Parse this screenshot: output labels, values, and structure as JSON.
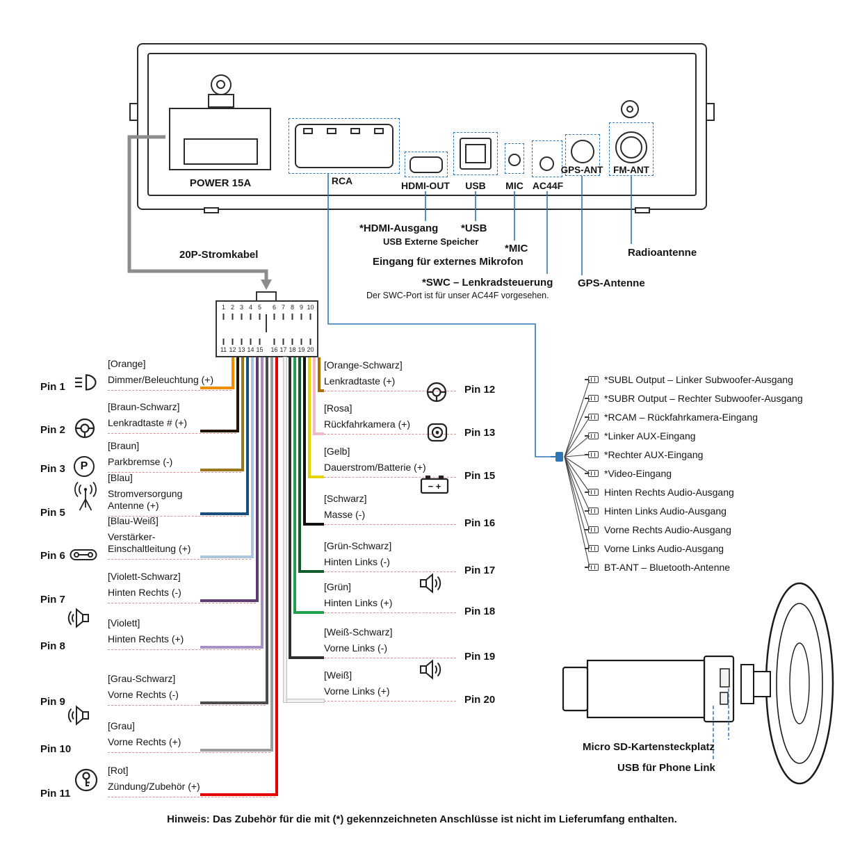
{
  "rear_panel": {
    "power": "POWER 15A",
    "rca": "RCA",
    "hdmi": "HDMI-OUT",
    "usb": "USB",
    "mic": "MIC",
    "ac44f": "AC44F",
    "gps_ant": "GPS-ANT",
    "fm_ant": "FM-ANT"
  },
  "callouts": {
    "hdmi_line1": "*HDMI-Ausgang",
    "hdmi_line2": "USB Externe Speicher",
    "usb": "*USB",
    "mic_line1": "*MIC",
    "mic_line2": "Eingang für externes Mikrofon",
    "swc_line1": "*SWC – Lenkradsteuerung",
    "swc_line2": "Der SWC-Port ist für unser AC44F vorgesehen.",
    "gps": "GPS-Antenne",
    "radio": "Radioantenne",
    "harness": "20P-Stromkabel"
  },
  "connector_pins": {
    "top": [
      "1",
      "2",
      "3",
      "4",
      "5",
      "6",
      "7",
      "8",
      "9",
      "10"
    ],
    "bottom": [
      "11",
      "12",
      "13",
      "14",
      "15",
      "16",
      "17",
      "18",
      "19",
      "20"
    ]
  },
  "left_pins": [
    {
      "pin": "Pin 1",
      "color": "[Orange]",
      "label": "Dimmer/Beleuchtung (+)",
      "icon": "headlight-icon",
      "wire_color": "#ee8f00"
    },
    {
      "pin": "Pin 2",
      "color": "[Braun-Schwarz]",
      "label": "Lenkradtaste # (+)",
      "icon": "steering-wheel-icon",
      "wire_color": "#241503"
    },
    {
      "pin": "Pin 3",
      "color": "[Braun]",
      "label": "Parkbremse (-)",
      "icon": "park-brake-icon",
      "wire_color": "#9a761c"
    },
    {
      "pin": "Pin 5",
      "color": "[Blau]",
      "label": "Stromversorgung Antenne (+)",
      "icon": "antenna-icon",
      "wire_color": "#1c4e7d"
    },
    {
      "pin": "Pin 6",
      "color": "[Blau-Weiß]",
      "label": "Verstärker-Einschaltleitung (+)",
      "icon": "amplifier-icon",
      "wire_color": "#aac6de"
    },
    {
      "pin": "Pin 7",
      "color": "[Violett-Schwarz]",
      "label": "Hinten Rechts (-)",
      "icon": "speaker-icon",
      "wire_color": "#5e3d75"
    },
    {
      "pin": "Pin 8",
      "color": "[Violett]",
      "label": "Hinten Rechts (+)",
      "icon": "",
      "wire_color": "#a98fc5"
    },
    {
      "pin": "Pin 9",
      "color": "[Grau-Schwarz]",
      "label": "Vorne Rechts (-)",
      "icon": "speaker-icon",
      "wire_color": "#4c4c4c"
    },
    {
      "pin": "Pin 10",
      "color": "[Grau]",
      "label": "Vorne Rechts (+)",
      "icon": "",
      "wire_color": "#9c9c9c"
    },
    {
      "pin": "Pin 11",
      "color": "[Rot]",
      "label": "Zündung/Zubehör (+)",
      "icon": "ignition-key-icon",
      "wire_color": "#e60000"
    }
  ],
  "mid_pins": [
    {
      "pin": "Pin 12",
      "color": "[Orange-Schwarz]",
      "label": "Lenkradtaste (+)",
      "icon": "steering-wheel-icon",
      "wire_color": "#b06c00"
    },
    {
      "pin": "Pin 13",
      "color": "[Rosa]",
      "label": "Rückfahrkamera (+)",
      "icon": "camera-icon",
      "wire_color": "#f2b8ca"
    },
    {
      "pin": "Pin 15",
      "color": "[Gelb]",
      "label": "Dauerstrom/Batterie (+)",
      "icon": "battery-icon",
      "wire_color": "#e6d400"
    },
    {
      "pin": "Pin 16",
      "color": "[Schwarz]",
      "label": "Masse (-)",
      "icon": "",
      "wire_color": "#101010"
    },
    {
      "pin": "Pin 17",
      "color": "[Grün-Schwarz]",
      "label": "Hinten Links (-)",
      "icon": "",
      "wire_color": "#135c2d"
    },
    {
      "pin": "Pin 18",
      "color": "[Grün]",
      "label": "Hinten Links (+)",
      "icon": "speaker-icon",
      "wire_color": "#1fa04d"
    },
    {
      "pin": "Pin 19",
      "color": "[Weiß-Schwarz]",
      "label": "Vorne Links (-)",
      "icon": "",
      "wire_color": "#2f2f2f"
    },
    {
      "pin": "Pin 20",
      "color": "[Weiß]",
      "label": "Vorne Links (+)",
      "icon": "speaker-icon",
      "wire_color": "#efefef"
    }
  ],
  "rca_outputs": [
    "*SUBL Output – Linker Subwoofer-Ausgang",
    "*SUBR Output – Rechter Subwoofer-Ausgang",
    "*RCAM – Rückfahrkamera-Eingang",
    "*Linker AUX-Eingang",
    "*Rechter AUX-Eingang",
    "*Video-Eingang",
    "Hinten Rechts Audio-Ausgang",
    "Hinten Links Audio-Ausgang",
    "Vorne Rechts Audio-Ausgang",
    "Vorne Links Audio-Ausgang",
    "BT-ANT – Bluetooth-Antenne"
  ],
  "icons": {
    "park_letter": "P",
    "battery_terminals": "−  +"
  },
  "bottom_device": {
    "sd_label": "Micro SD-Kartensteckplatz",
    "usb_label": "USB für Phone Link"
  },
  "note": "Hinweis: Das Zubehör für die mit (*) gekennzeichneten Anschlüsse ist nicht im Lieferumfang enthalten."
}
